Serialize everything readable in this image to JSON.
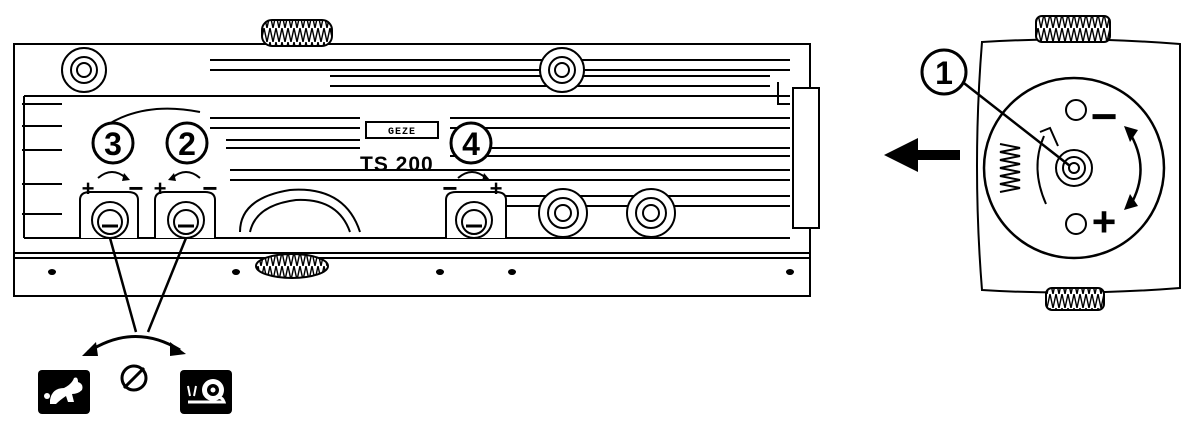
{
  "diagram": {
    "brand_label": "GEZE",
    "model_label": "TS 200",
    "callouts": [
      {
        "number": "1"
      },
      {
        "number": "2"
      },
      {
        "number": "3"
      },
      {
        "number": "4"
      }
    ],
    "signs": {
      "plus": "+",
      "minus": "−"
    },
    "icons": [
      "rabbit-icon",
      "no-adjust-icon",
      "snail-icon",
      "arrow-left-icon",
      "knurled-wheel-icon",
      "spring-icon"
    ],
    "colors": {
      "line": "#000000",
      "background": "#ffffff"
    }
  }
}
